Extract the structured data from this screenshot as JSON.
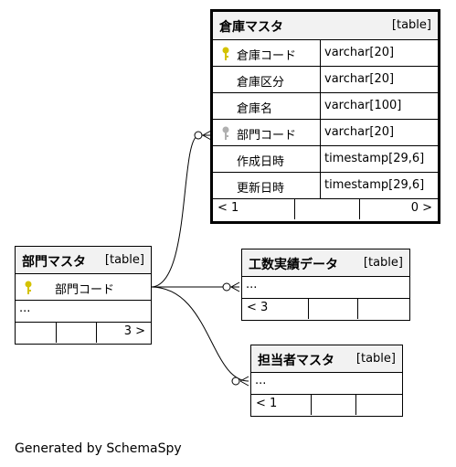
{
  "warehouse": {
    "name": "倉庫マスタ",
    "kind": "[table]",
    "columns": [
      {
        "name": "倉庫コード",
        "type": "varchar[20]",
        "key": "primary"
      },
      {
        "name": "倉庫区分",
        "type": "varchar[20]",
        "key": "none"
      },
      {
        "name": "倉庫名",
        "type": "varchar[100]",
        "key": "none"
      },
      {
        "name": "部門コード",
        "type": "varchar[20]",
        "key": "foreign"
      },
      {
        "name": "作成日時",
        "type": "timestamp[29,6]",
        "key": "none"
      },
      {
        "name": "更新日時",
        "type": "timestamp[29,6]",
        "key": "none"
      }
    ],
    "footer_left": "< 1",
    "footer_right": "0 >"
  },
  "department": {
    "name": "部門マスタ",
    "kind": "[table]",
    "column": "部門コード",
    "ellipsis": "...",
    "footer_right": "3 >"
  },
  "worklog": {
    "name": "工数実績データ",
    "kind": "[table]",
    "ellipsis": "...",
    "footer_left": "< 3"
  },
  "staff": {
    "name": "担当者マスタ",
    "kind": "[table]",
    "ellipsis": "...",
    "footer_left": "< 1"
  },
  "credit": "Generated by SchemaSpy",
  "colors": {
    "primary_key": "#d4c200",
    "foreign_key": "#b0b0b0",
    "header": "#f2f2f2"
  }
}
